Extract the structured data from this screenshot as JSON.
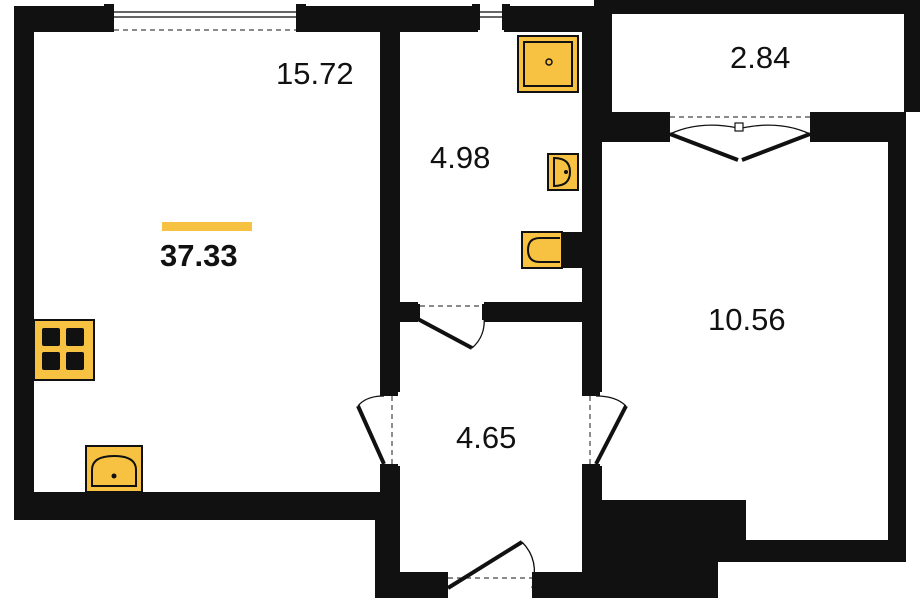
{
  "plan": {
    "total_area": "37.33",
    "accent_color": "#f7c242",
    "wall_color": "#111111",
    "rooms": [
      {
        "id": "living",
        "area": "15.72"
      },
      {
        "id": "bathroom",
        "area": "4.98"
      },
      {
        "id": "balcony",
        "area": "2.84"
      },
      {
        "id": "bedroom",
        "area": "10.56"
      },
      {
        "id": "hall",
        "area": "4.65"
      }
    ],
    "fixtures": [
      "stove-icon",
      "kitchen-sink-icon",
      "shower-icon",
      "washbasin-icon",
      "toilet-icon"
    ]
  }
}
